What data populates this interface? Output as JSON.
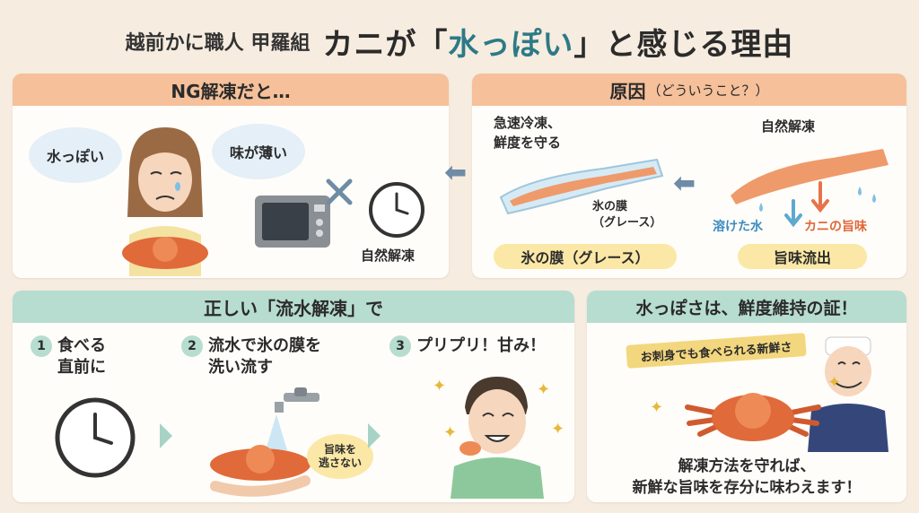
{
  "header": {
    "brand": "越前かに職人 甲羅組",
    "title_pre": "カニが「",
    "title_highlight": "水っぽい",
    "title_post": "」と感じる理由"
  },
  "ng_panel": {
    "title": "NG解凍だと…",
    "bubble_left": "水っぽい",
    "bubble_right": "味が薄い",
    "clock_label": "自然解凍"
  },
  "cause_panel": {
    "title": "原因",
    "title_sub": "（どういうこと？）",
    "quick_freeze_line1": "急速冷凍、",
    "quick_freeze_line2": "鮮度を守る",
    "ice_label_line1": "氷の膜",
    "ice_label_line2": "（グレース）",
    "natural_thaw": "自然解凍",
    "melted_water": "溶けた水",
    "crab_umami": "カニの旨味",
    "pill_left": "氷の膜（グレース）",
    "pill_right": "旨味流出"
  },
  "method_panel": {
    "title": "正しい「流水解凍」で",
    "steps": [
      {
        "num": "1",
        "line1": "食べる",
        "line2": "直前に"
      },
      {
        "num": "2",
        "line1": "流水で氷の膜を",
        "line2": "洗い流す"
      },
      {
        "num": "3",
        "line1": "プリプリ！甘み！",
        "line2": ""
      }
    ],
    "bubble_line1": "旨味を",
    "bubble_line2": "逃さない"
  },
  "fresh_panel": {
    "title": "水っぽさは、鮮度維持の証！",
    "banner": "お刺身でも食べられる新鮮さ",
    "caption_line1": "解凍方法を守れば、",
    "caption_line2": "新鮮な旨味を存分に味わえます！"
  },
  "colors": {
    "background": "#f6ecdf",
    "orange_header": "#f5c09a",
    "green_header": "#b7dcd0",
    "accent_teal": "#2c7a86",
    "pill_yellow": "#fbe8a6",
    "crab_orange": "#e8734a"
  }
}
